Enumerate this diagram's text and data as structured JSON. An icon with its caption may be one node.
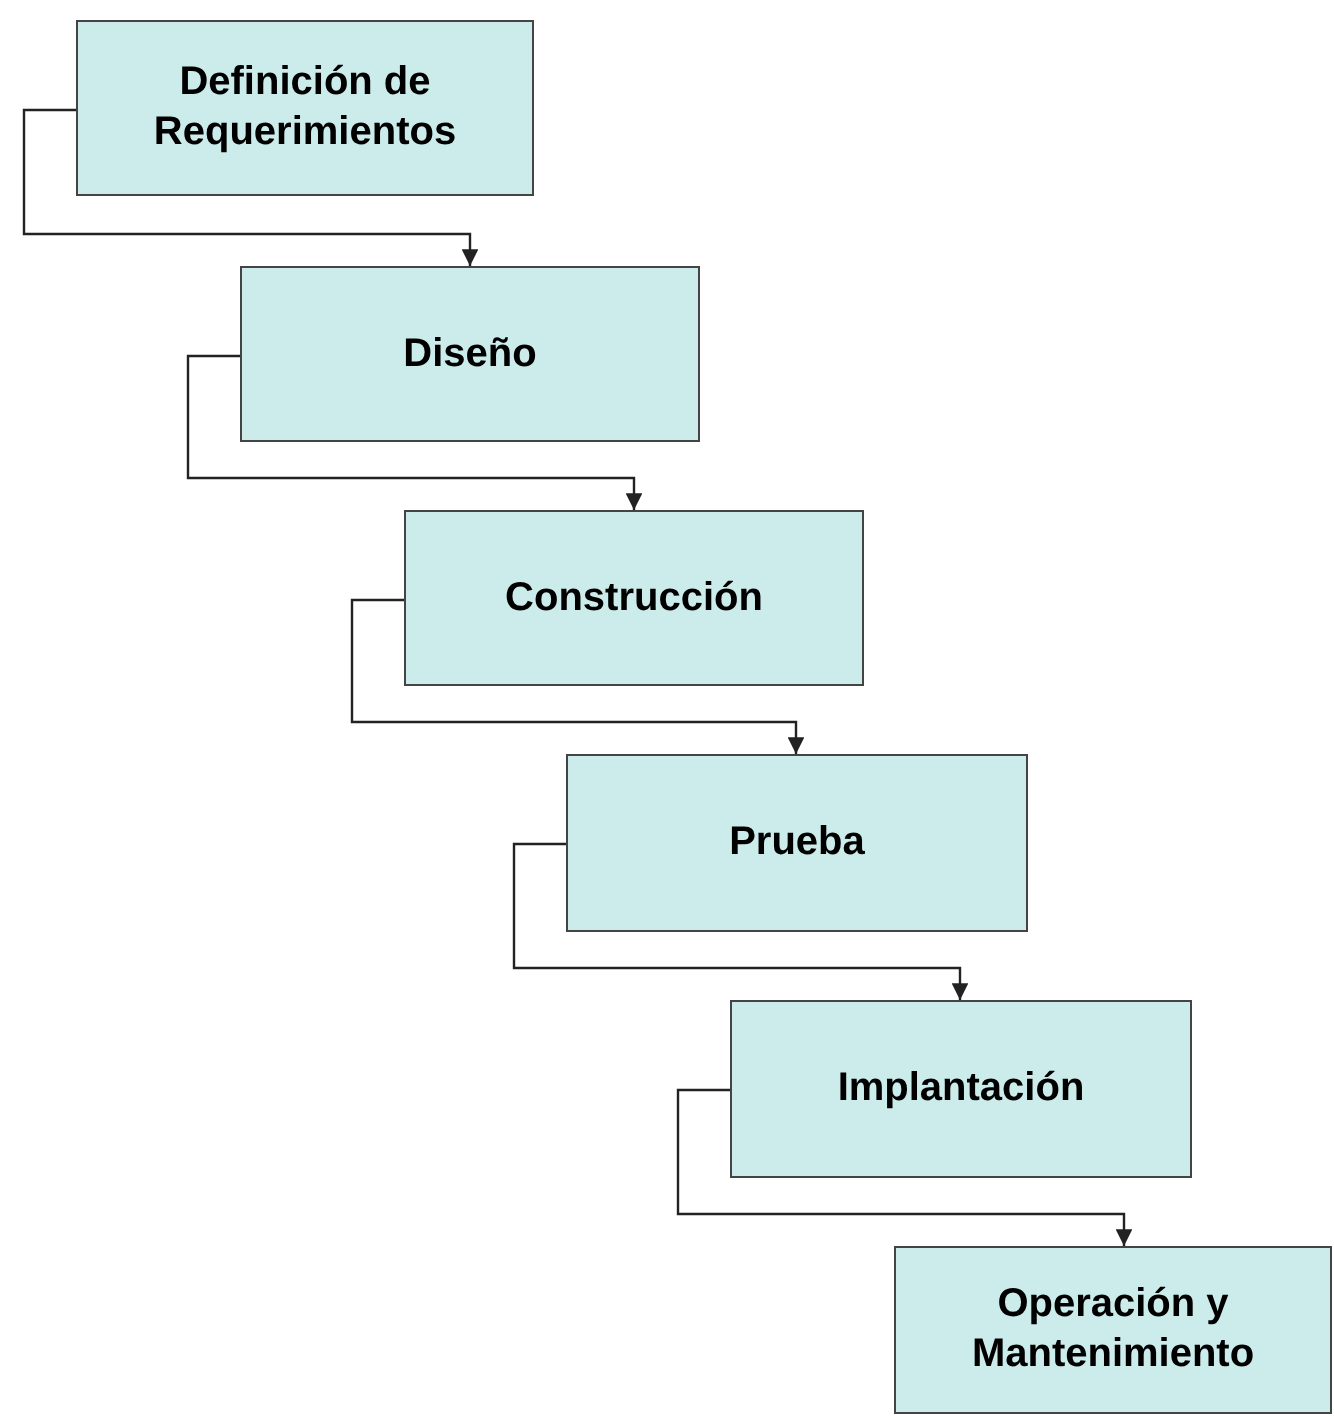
{
  "diagram": {
    "nodes": [
      {
        "text": [
          "Definición de Requerimientos"
        ]
      },
      {
        "text": [
          "Diseño"
        ]
      },
      {
        "text": [
          "Construcción"
        ]
      },
      {
        "text": [
          "Prueba"
        ]
      },
      {
        "text": [
          "Implantación"
        ]
      },
      {
        "text": [
          "Operación y Mantenimiento"
        ]
      }
    ],
    "edges": [
      {
        "from": 0,
        "to": 1,
        "arrow": "to"
      },
      {
        "from": 1,
        "to": 2,
        "arrow": "to"
      },
      {
        "from": 2,
        "to": 3,
        "arrow": "to"
      },
      {
        "from": 3,
        "to": 4,
        "arrow": "to"
      },
      {
        "from": 4,
        "to": 5,
        "arrow": "to"
      }
    ]
  }
}
